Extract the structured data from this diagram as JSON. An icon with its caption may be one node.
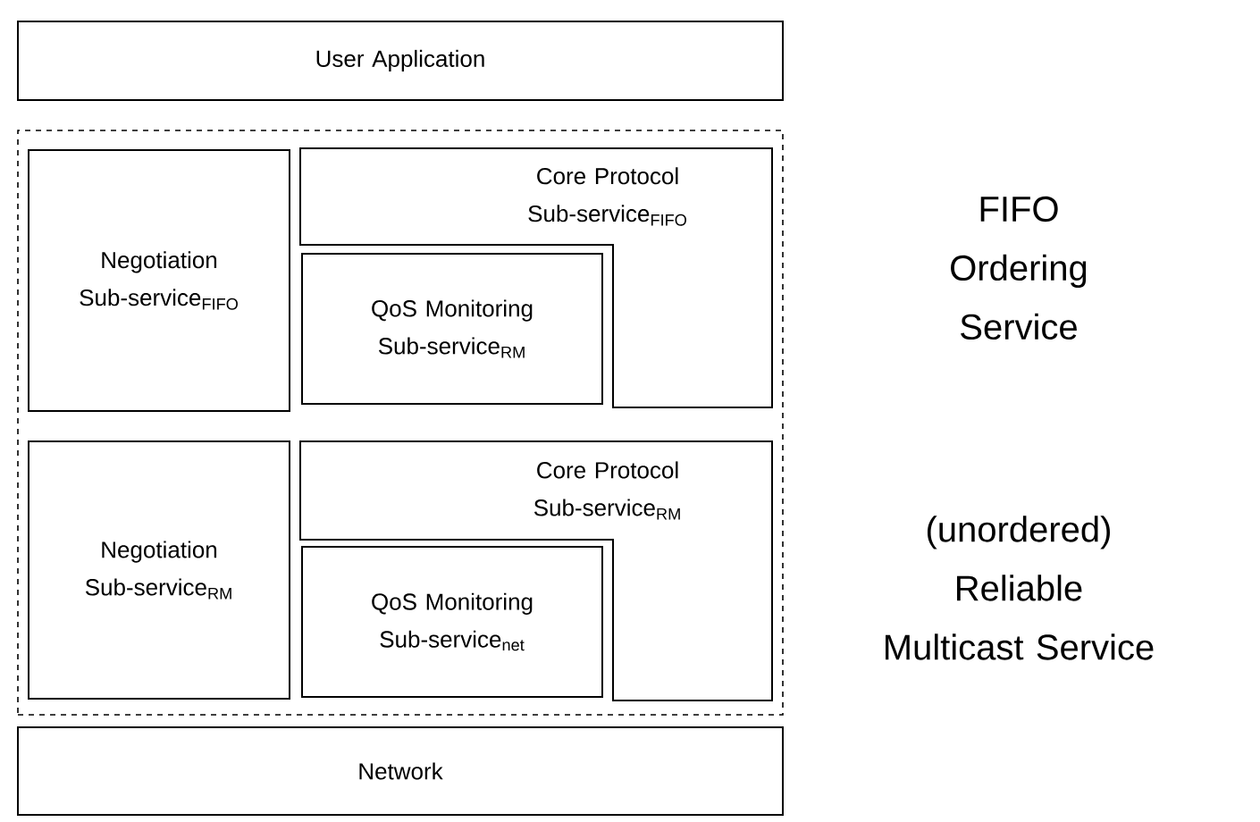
{
  "diagram": {
    "nodes": [
      {
        "text": [
          "User Application"
        ]
      },
      {
        "text": [],
        "shape": "box"
      },
      {
        "text": [
          "Negotiation Sub-service$_{FIFO}$"
        ],
        "in": 1
      },
      {
        "text": [
          "Core Protocol Sub-service$_{FIFO}$"
        ],
        "in": 1
      },
      {
        "text": [
          "QoS Monitoring Sub-service$_{RM}$"
        ],
        "in": 1
      },
      {
        "text": [
          "Negotiation Sub-service$_{RM}$"
        ],
        "in": 1
      },
      {
        "text": [
          "Core Protocol Sub-service$_{RM}$"
        ],
        "in": 1
      },
      {
        "text": [
          "QoS Monitoring Sub-service$_{net}$"
        ],
        "in": 1
      },
      {
        "text": [
          "Network"
        ]
      }
    ],
    "edges": [],
    "labels": [
      "FIFO Ordering Service",
      "(unordered) Reliable Multicast Service"
    ]
  }
}
